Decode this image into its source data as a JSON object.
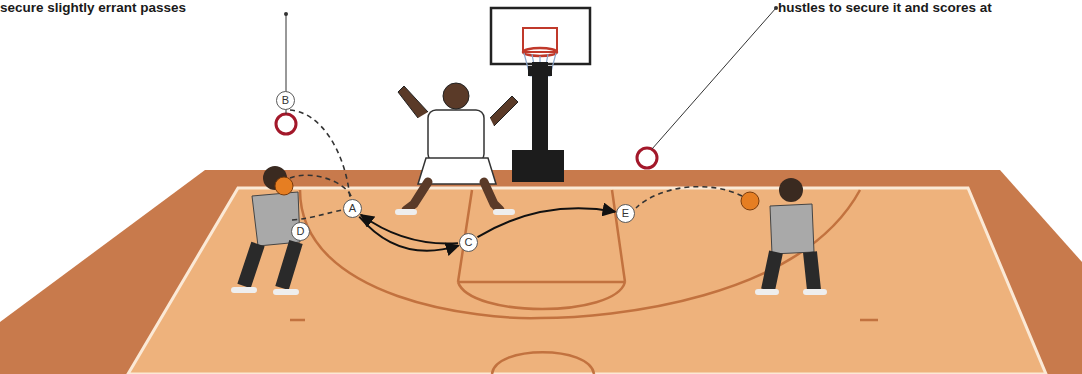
{
  "diagram": {
    "nodes": [
      {
        "text": [
          "B"
        ]
      },
      {
        "text": [
          "A"
        ]
      },
      {
        "text": [
          "D"
        ]
      },
      {
        "text": [
          "C"
        ]
      },
      {
        "text": [
          "E"
        ]
      }
    ],
    "edges": [
      {
        "from": 1,
        "to": 3,
        "arrow": "to"
      },
      {
        "from": 3,
        "to": 1,
        "arrow": "to"
      },
      {
        "from": 3,
        "to": 4,
        "arrow": "to"
      }
    ],
    "labels": [
      "secure slightly errant passes",
      "hustles to secure it and scores at"
    ]
  }
}
